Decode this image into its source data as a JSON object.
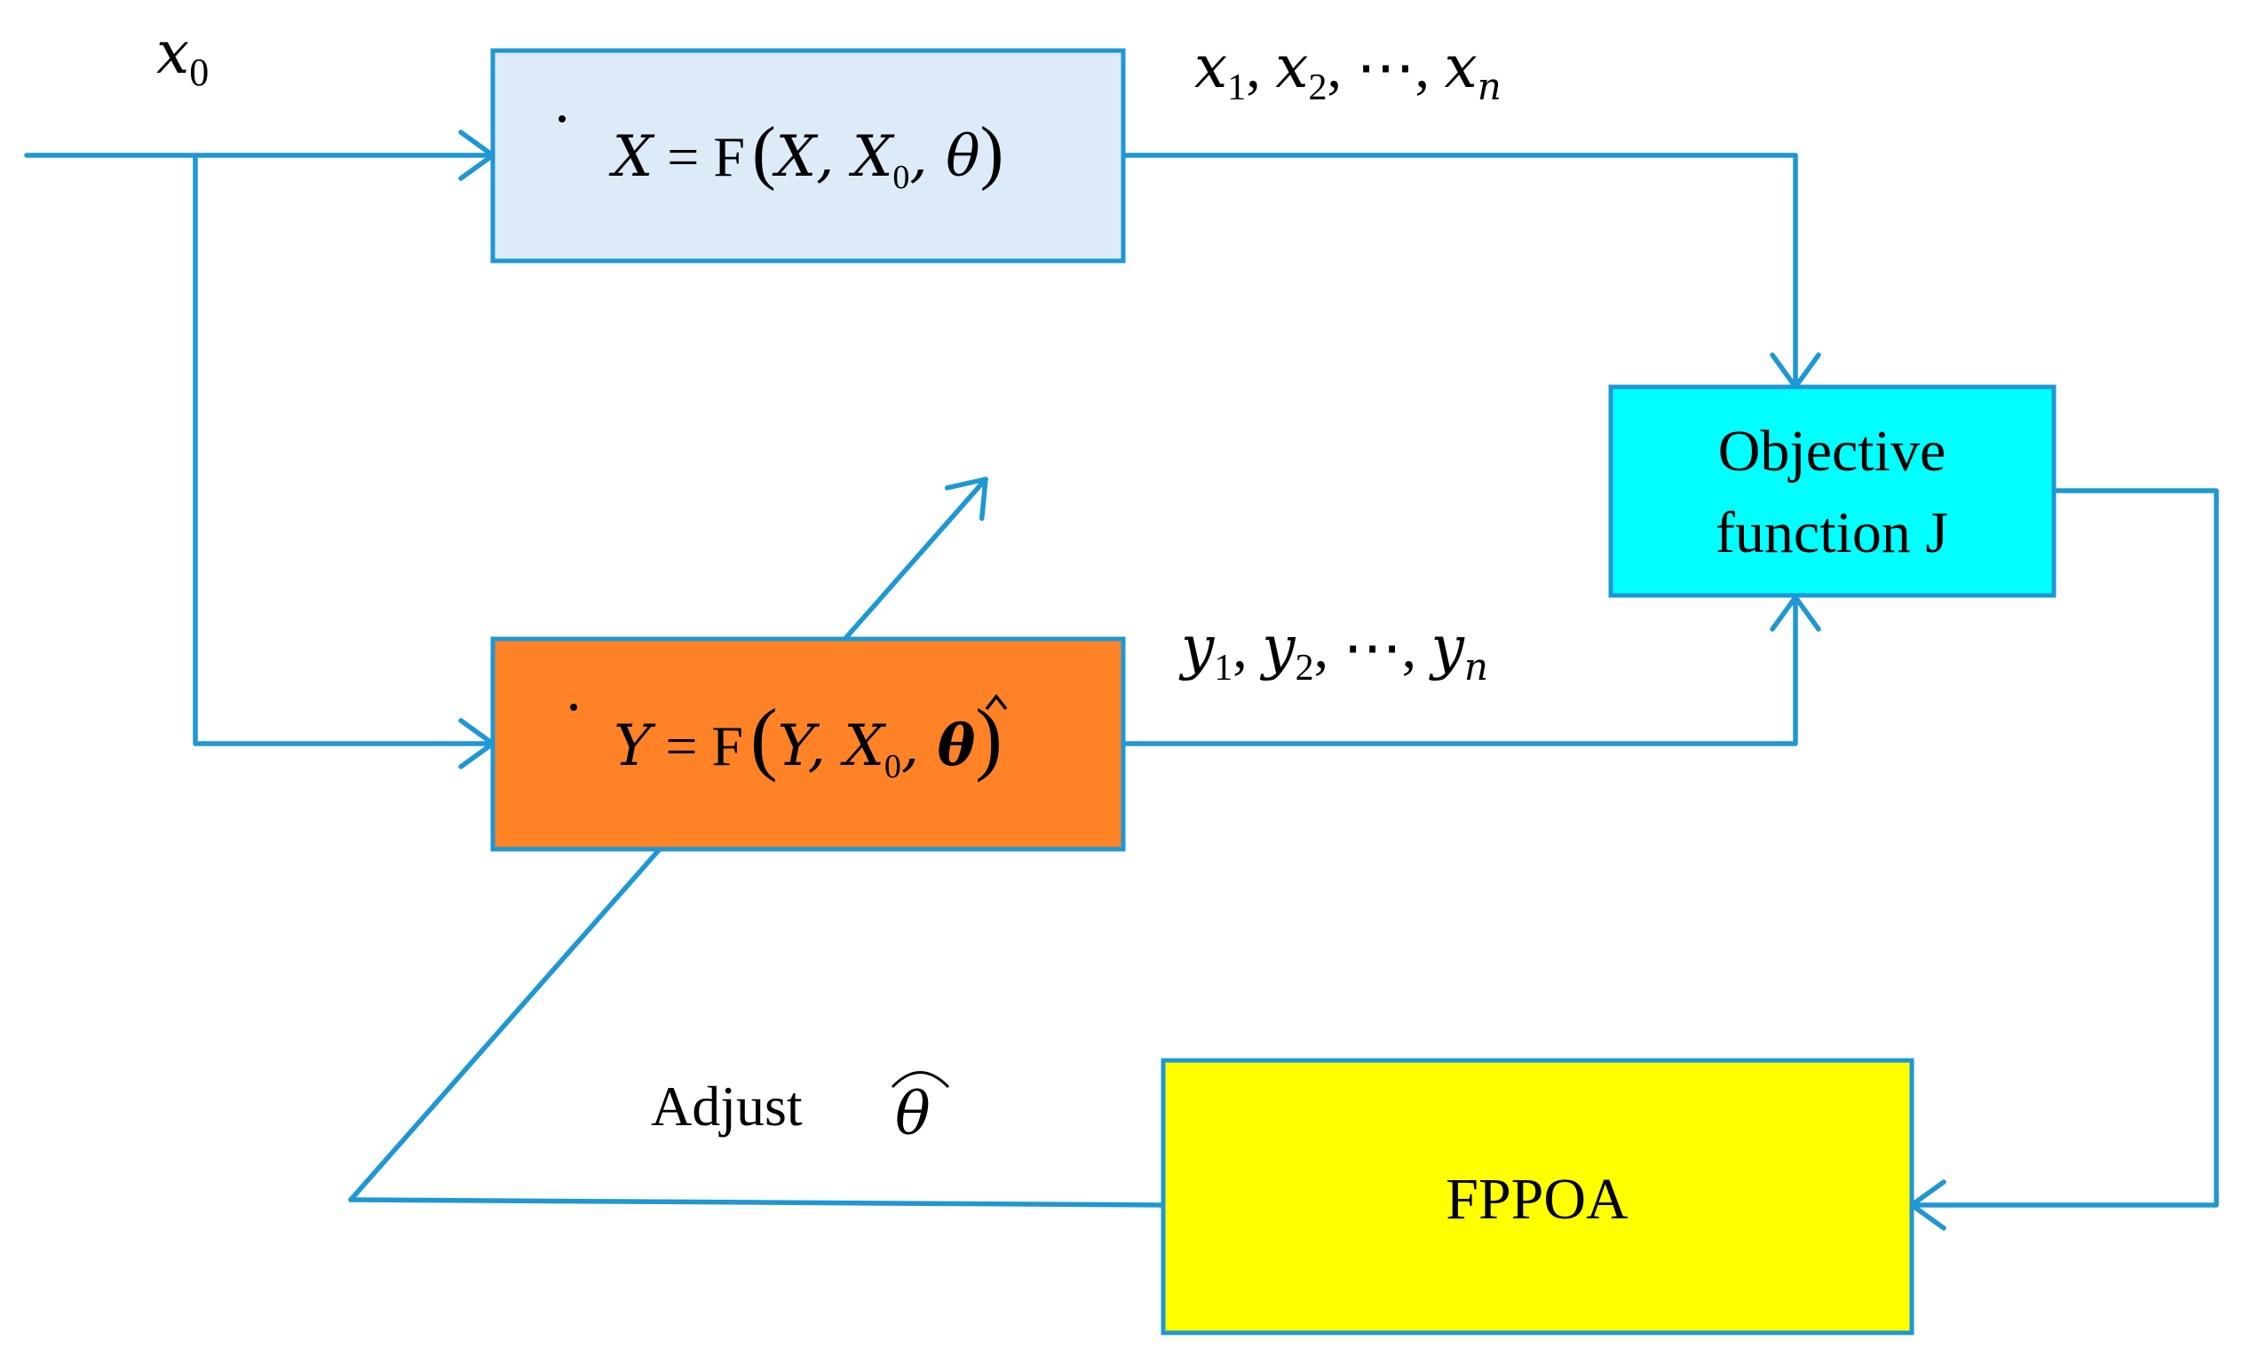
{
  "colors": {
    "wire": "#1f97d4",
    "model_box_fill": "#dcebf7",
    "estimate_box_fill": "#ff8326",
    "objective_box_fill": "#00ffff",
    "optimizer_box_fill": "#ffff00"
  },
  "input": {
    "symbol": "x",
    "subscript": "0"
  },
  "model_block": {
    "dot_var": "X",
    "eq": " = F",
    "args": [
      "X, X",
      "0",
      ", θ"
    ]
  },
  "estimate_block": {
    "dot_var": "Y",
    "eq": " = F",
    "args": [
      "Y, X",
      "0",
      ", "
    ],
    "theta_hat": "θ"
  },
  "model_outputs": {
    "symbol": "x",
    "subs": [
      "1",
      "2",
      "n"
    ],
    "ellipsis": "⋯"
  },
  "estimate_outputs": {
    "symbol": "y",
    "subs": [
      "1",
      "2",
      "n"
    ],
    "ellipsis": "⋯"
  },
  "objective_block": {
    "line1": "Objective",
    "line2": "function J"
  },
  "optimizer_block": {
    "label": "FPPOA"
  },
  "adjust_label": {
    "text": "Adjust",
    "symbol": "θ"
  }
}
